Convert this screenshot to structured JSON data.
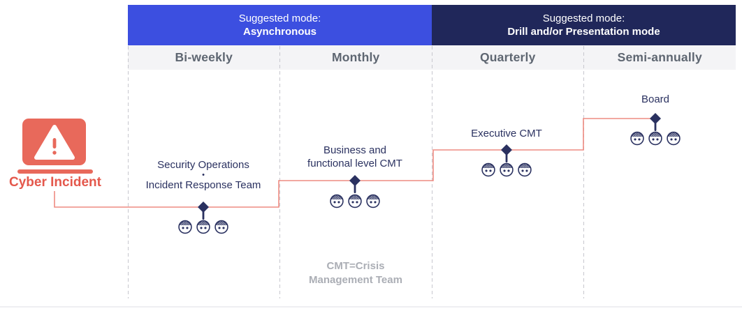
{
  "banners": [
    {
      "prefix": "Suggested mode:",
      "mode": "Asynchronous"
    },
    {
      "prefix": "Suggested mode:",
      "mode": "Drill and/or Presentation mode"
    }
  ],
  "frequencies": [
    {
      "label": "Bi-weekly"
    },
    {
      "label": "Monthly"
    },
    {
      "label": "Quarterly"
    },
    {
      "label": "Semi-annually"
    }
  ],
  "incident": {
    "label": "Cyber Incident",
    "icon": "alert-triangle-monitor-icon"
  },
  "stages": [
    {
      "lines": [
        "Security Operations",
        "Incident Response Team"
      ],
      "bullet": "•",
      "attendee_count": 3,
      "frequency": "Bi-weekly"
    },
    {
      "lines": [
        "Business and",
        "functional level CMT"
      ],
      "attendee_count": 3,
      "frequency": "Monthly"
    },
    {
      "lines": [
        "Executive CMT"
      ],
      "attendee_count": 3,
      "frequency": "Quarterly"
    },
    {
      "lines": [
        "Board"
      ],
      "attendee_count": 3,
      "frequency": "Semi-annually"
    }
  ],
  "note": {
    "lines": [
      "CMT=Crisis",
      "Management Team"
    ]
  },
  "colors": {
    "banner_async_bg": "#3C4FE0",
    "banner_drill_bg": "#20275A",
    "navy_text": "#2A3160",
    "salmon_icon": "#E8695B",
    "incident_text": "#E4584C",
    "escalation_line": "#EE8B82",
    "header_bg": "#F4F4F6",
    "header_text": "#5E6671",
    "note_text": "#ABAEB5",
    "dashed_separator": "#C7C7CE"
  }
}
